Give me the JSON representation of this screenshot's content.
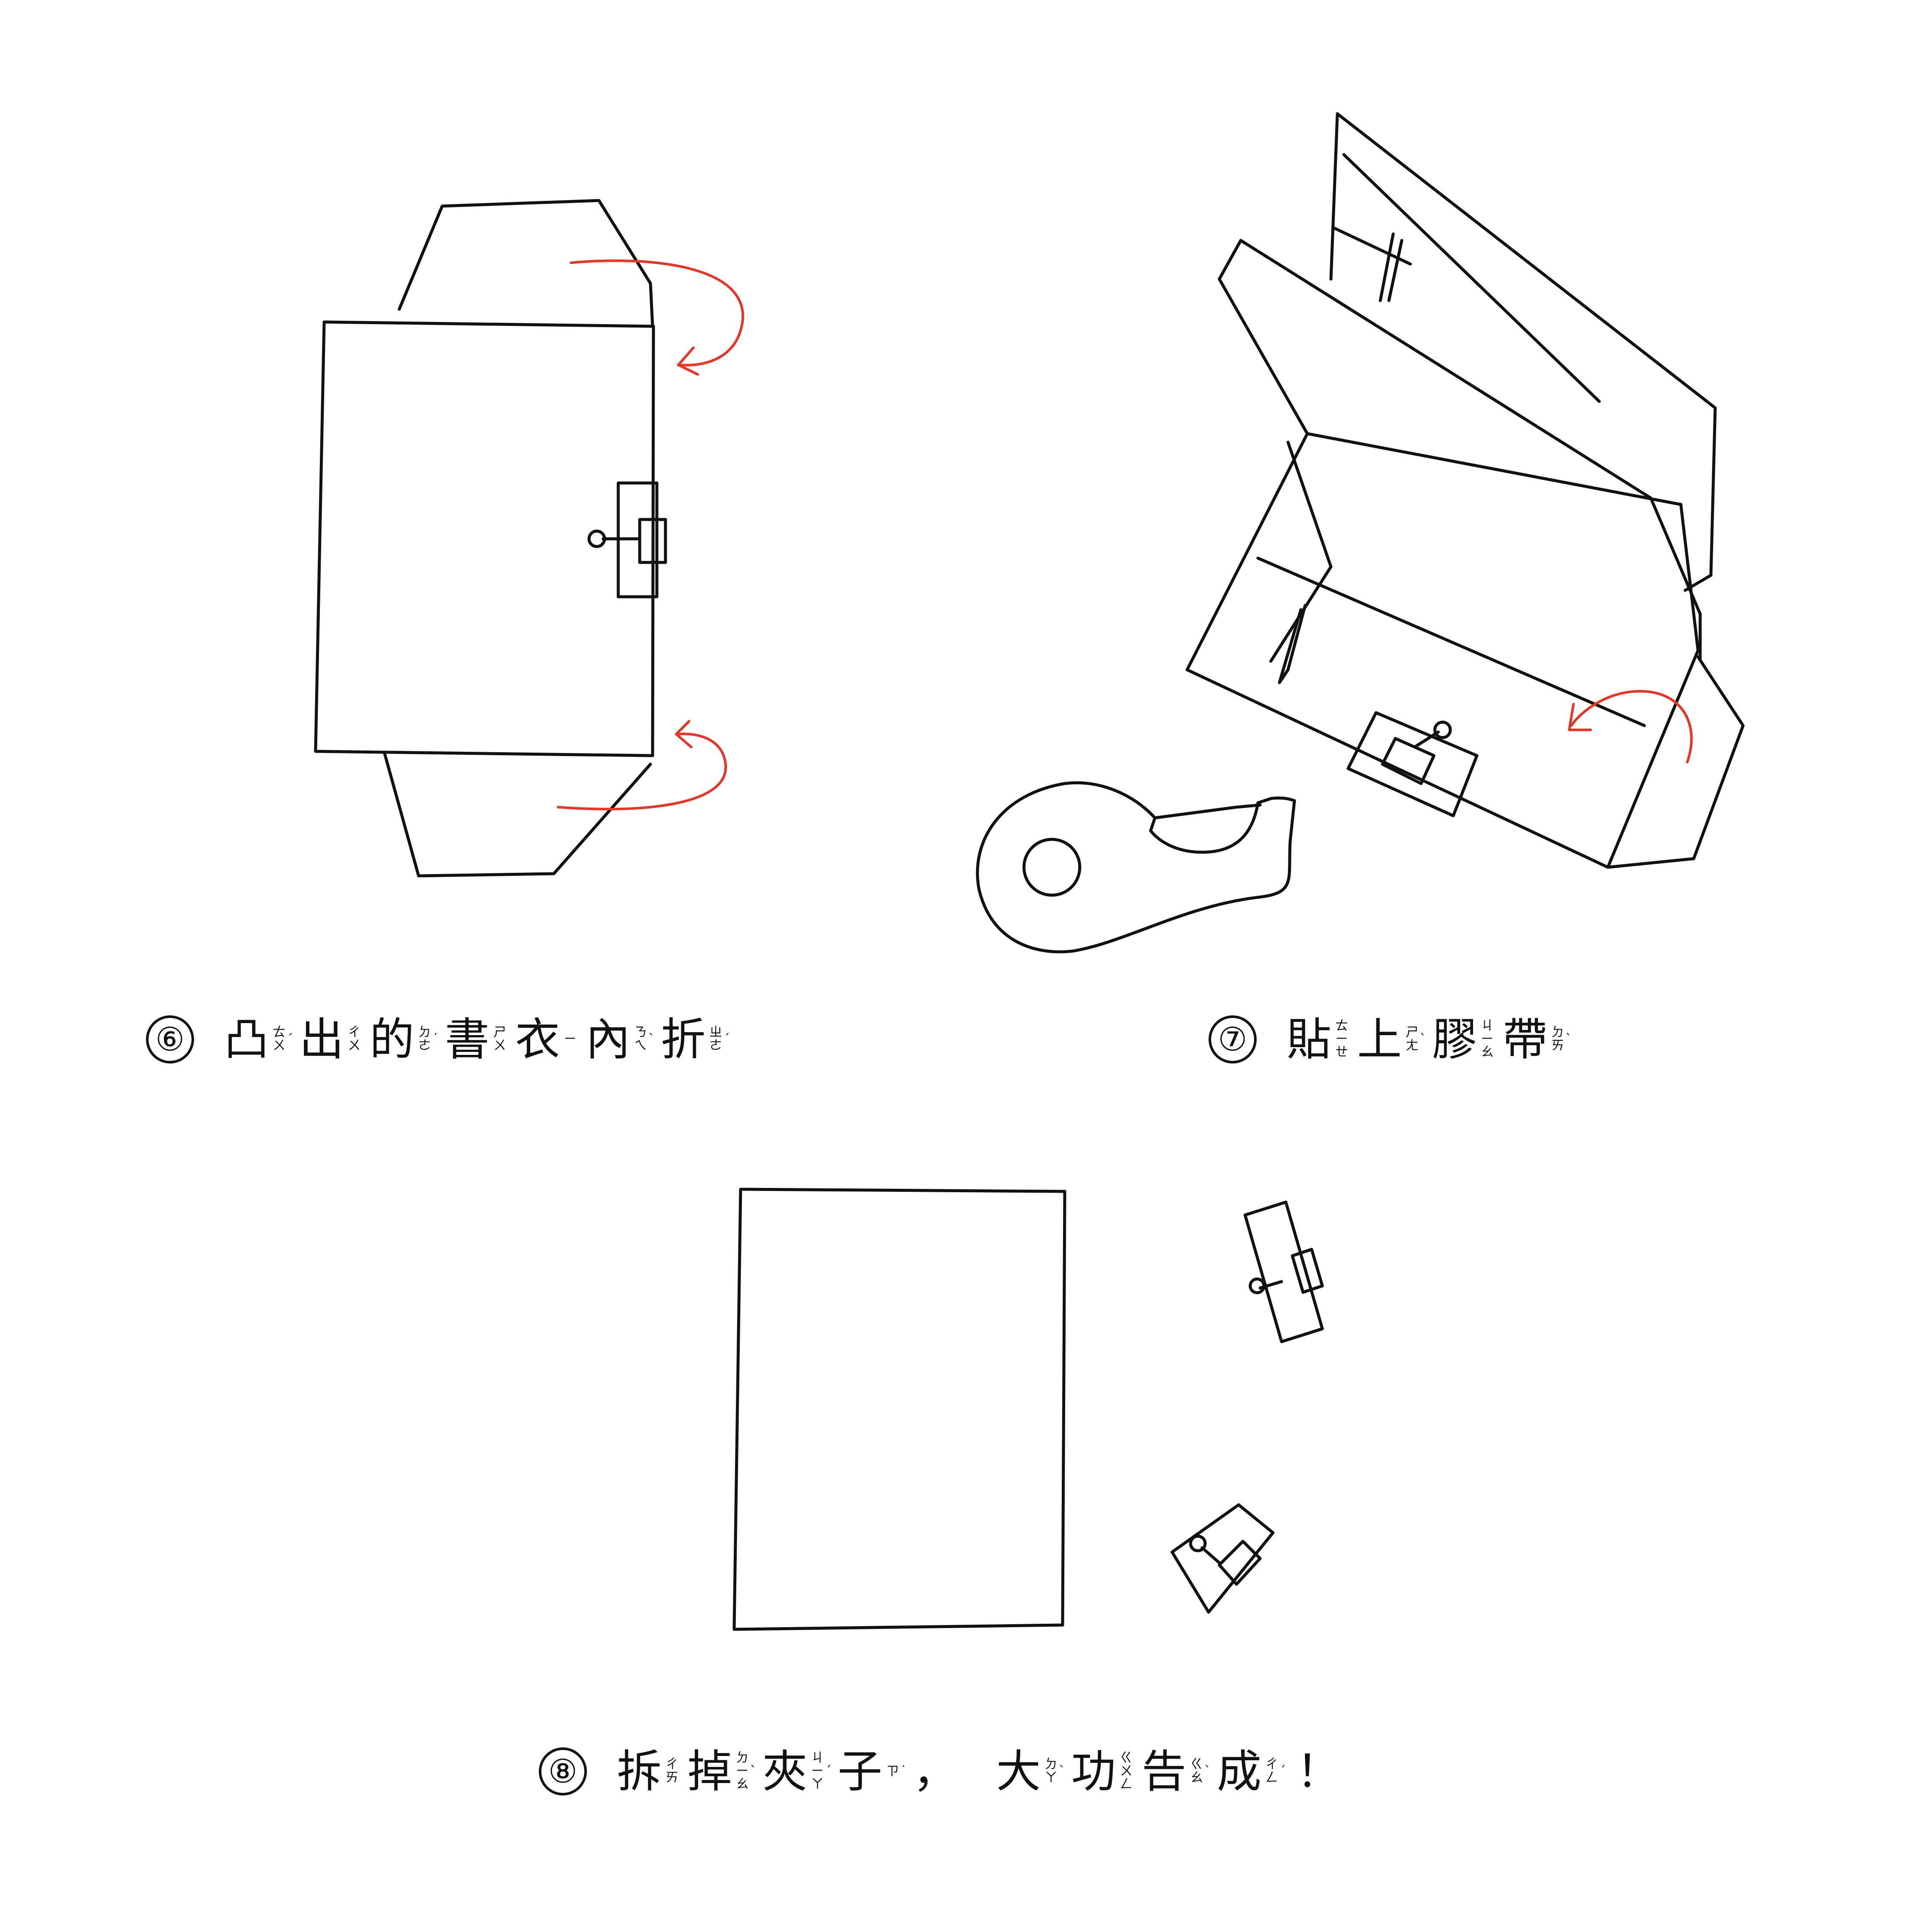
{
  "steps": [
    {
      "number": "⑥",
      "chars": [
        {
          "han": "凸",
          "zhuyin": "ㄊㄨ",
          "tone": "ˊ"
        },
        {
          "han": "出",
          "zhuyin": "ㄔㄨ",
          "tone": ""
        },
        {
          "han": "的",
          "zhuyin": "ㄉㄜ",
          "tone": "˙"
        },
        {
          "han": "書",
          "zhuyin": "ㄕㄨ",
          "tone": ""
        },
        {
          "han": "衣",
          "zhuyin": "ㄧ",
          "tone": ""
        },
        {
          "han": "內",
          "zhuyin": "ㄋㄟ",
          "tone": "ˋ"
        },
        {
          "han": "折",
          "zhuyin": "ㄓㄜ",
          "tone": "ˊ"
        }
      ]
    },
    {
      "number": "⑦",
      "chars": [
        {
          "han": "貼",
          "zhuyin": "ㄊㄧㄝ",
          "tone": ""
        },
        {
          "han": "上",
          "zhuyin": "ㄕㄤ",
          "tone": "ˋ"
        },
        {
          "han": "膠",
          "zhuyin": "ㄐㄧㄠ",
          "tone": ""
        },
        {
          "han": "帶",
          "zhuyin": "ㄉㄞ",
          "tone": "ˋ"
        }
      ]
    },
    {
      "number": "⑧",
      "chars": [
        {
          "han": "拆",
          "zhuyin": "ㄔㄞ",
          "tone": ""
        },
        {
          "han": "掉",
          "zhuyin": "ㄉㄧㄠ",
          "tone": "ˋ"
        },
        {
          "han": "夾",
          "zhuyin": "ㄐㄧㄚ",
          "tone": "ˊ"
        },
        {
          "han": "子",
          "zhuyin": "ㄗ",
          "tone": "˙"
        }
      ],
      "comma": "，",
      "chars2": [
        {
          "han": "大",
          "zhuyin": "ㄉㄚ",
          "tone": "ˋ"
        },
        {
          "han": "功",
          "zhuyin": "ㄍㄨㄥ",
          "tone": ""
        },
        {
          "han": "告",
          "zhuyin": "ㄍㄠ",
          "tone": "ˋ"
        },
        {
          "han": "成",
          "zhuyin": "ㄔㄥ",
          "tone": "ˊ"
        }
      ],
      "end": "！"
    }
  ],
  "colors": {
    "line": "#111111",
    "arrow": "#e0382a"
  }
}
